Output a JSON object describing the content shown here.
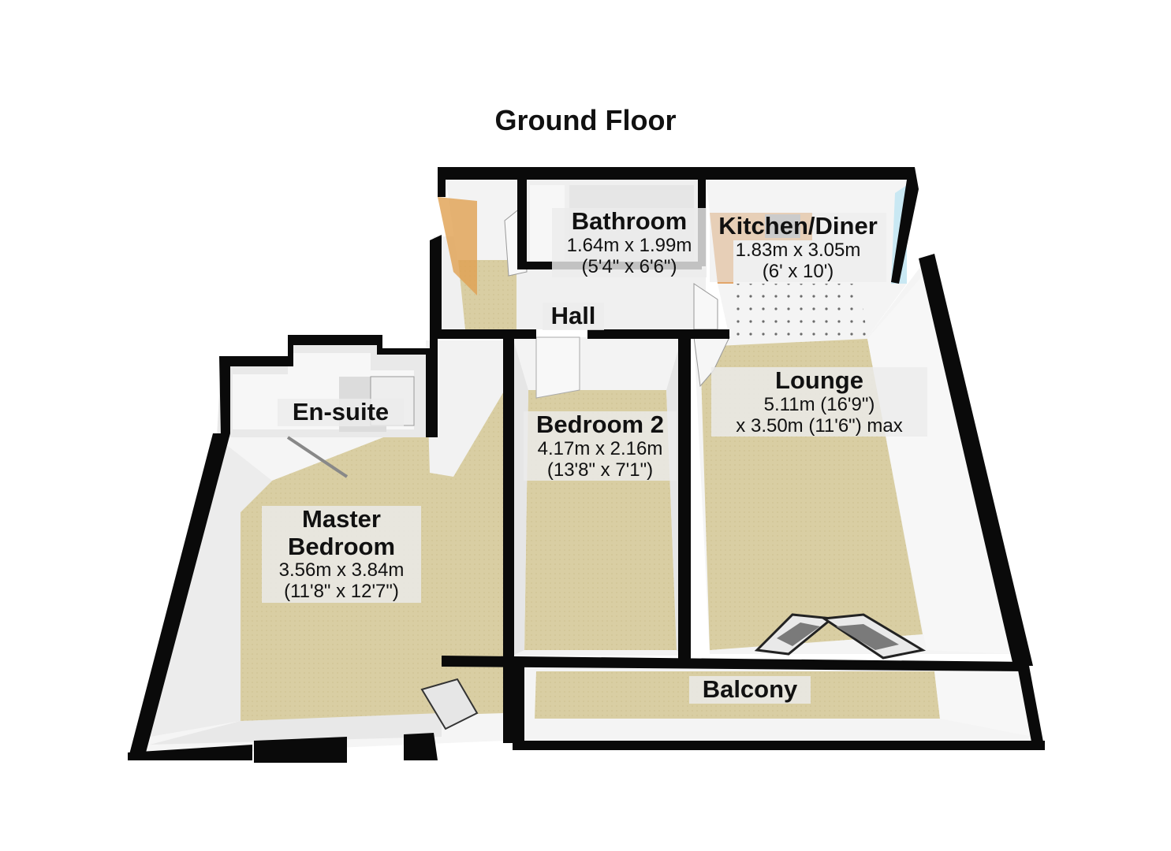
{
  "title": "Ground Floor",
  "rooms": {
    "bathroom": {
      "name": "Bathroom",
      "dim1": "1.64m x 1.99m",
      "dim2": "(5'4\" x 6'6\")"
    },
    "kitchen": {
      "name": "Kitchen/Diner",
      "dim1": "1.83m x 3.05m",
      "dim2": "(6' x 10')"
    },
    "hall": {
      "name": "Hall"
    },
    "lounge": {
      "name": "Lounge",
      "dim1": "5.11m (16'9\")",
      "dim2": "x 3.50m (11'6\") max"
    },
    "ensuite": {
      "name": "En-suite"
    },
    "bedroom2": {
      "name": "Bedroom 2",
      "dim1": "4.17m x 2.16m",
      "dim2": "(13'8\" x 7'1\")"
    },
    "master": {
      "name": "Master",
      "name2": "Bedroom",
      "dim1": "3.56m x 3.84m",
      "dim2": "(11'8\" x 12'7\")"
    },
    "balcony": {
      "name": "Balcony"
    }
  },
  "colors": {
    "wall": "#0a0a0a",
    "carpet": "#d8cca0",
    "innerwall": "#f4f4f4",
    "kitchen_floor": "#f2f2f2"
  }
}
